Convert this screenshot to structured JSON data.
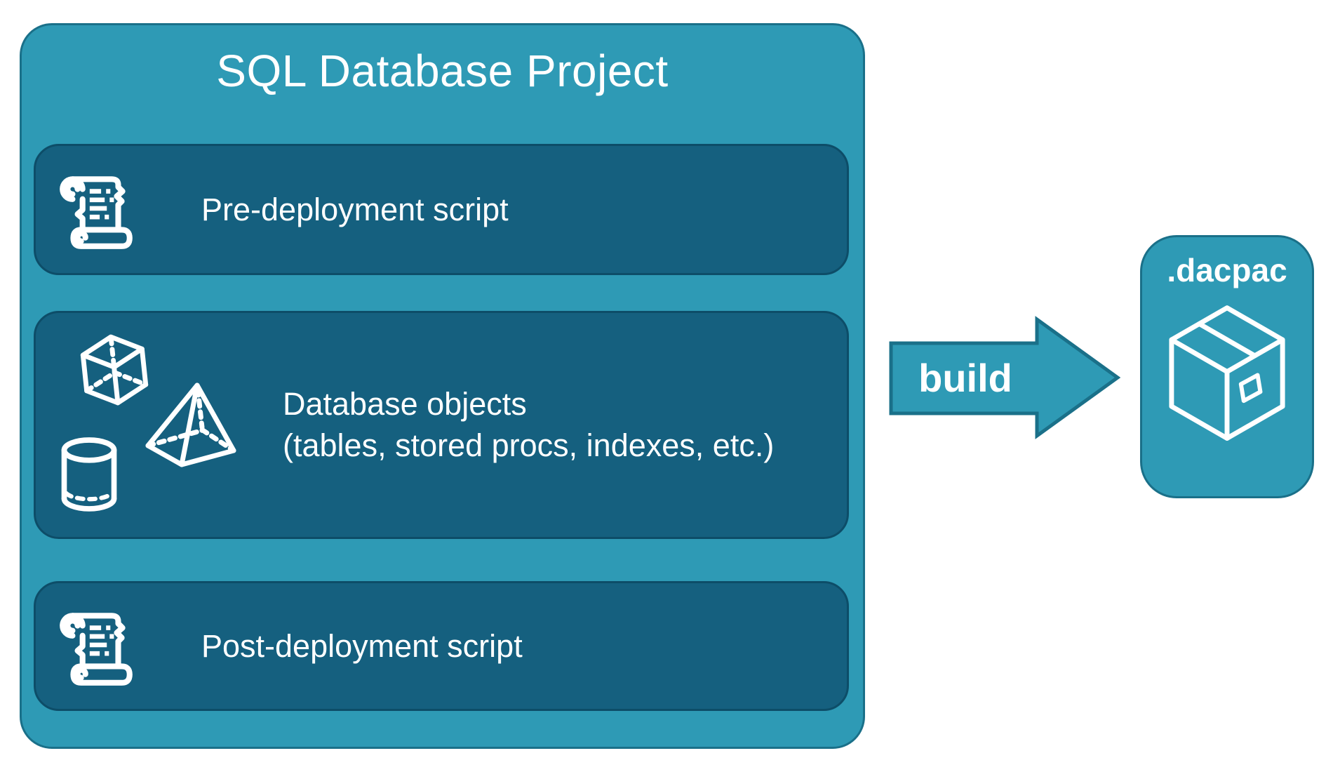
{
  "colors": {
    "teal": "#2E9AB5",
    "teal_border": "#1A7089",
    "panel": "#15607F",
    "panel_border": "#0D4D68",
    "text": "#FFFFFF"
  },
  "project": {
    "title": "SQL Database Project",
    "pre_box": {
      "label": "Pre-deployment script",
      "icon": "script-scroll"
    },
    "objects_box": {
      "line1": "Database objects",
      "line2": "(tables, stored procs, indexes, etc.)",
      "icons": [
        "cube",
        "pyramid",
        "cylinder"
      ]
    },
    "post_box": {
      "label": "Post-deployment script",
      "icon": "script-scroll"
    }
  },
  "arrow": {
    "label": "build"
  },
  "output_box": {
    "label": ".dacpac",
    "icon": "package"
  }
}
